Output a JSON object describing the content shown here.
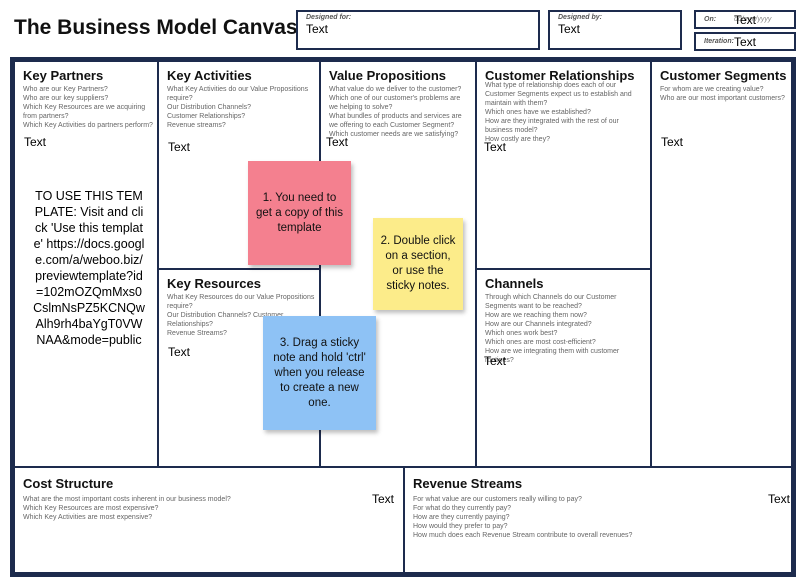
{
  "header": {
    "title": "The Business Model Canvas",
    "designed_for_label": "Designed for:",
    "designed_for_value": "Text",
    "designed_by_label": "Designed by:",
    "designed_by_value": "Text",
    "on_label": "On:",
    "on_placeholder": "dd/mm/yyyy",
    "on_value": "Text",
    "iteration_label": "Iteration:",
    "iteration_value": "Text"
  },
  "sections": {
    "key_partners": {
      "title": "Key Partners",
      "questions": [
        "Who are our Key Partners?",
        "Who are our key suppliers?",
        "Which Key Resources are we acquiring from partners?",
        "Which Key Activities do partners perform?"
      ],
      "text": "Text",
      "instructions": "TO USE THIS TEMPLATE: Visit and click 'Use this template' https://docs.google.com/a/weboo.biz/previewtemplate?id=102mOZQmMxs0CslmNsPZ5KCNQwAlh9rh4baYgT0VWNAA&mode=public"
    },
    "key_activities": {
      "title": "Key Activities",
      "questions": [
        "What Key Activities do our Value Propositions require?",
        "Our Distribution Channels?",
        "Customer Relationships?",
        "Revenue streams?"
      ],
      "text": "Text"
    },
    "key_resources": {
      "title": "Key Resources",
      "questions": [
        "What Key Resources do our Value Propositions require?",
        "Our Distribution Channels? Customer Relationships?",
        "Revenue Streams?"
      ],
      "text": "Text"
    },
    "value_propositions": {
      "title": "Value Propositions",
      "questions": [
        "What value do we deliver to the customer?",
        "Which one of our customer's problems are we helping to solve?",
        "What bundles of products and services are we offering to each Customer Segment?",
        "Which customer needs are we satisfying?"
      ],
      "text": "Text"
    },
    "customer_relationships": {
      "title": "Customer Relationships",
      "questions": [
        "What type of relationship does each of our Customer Segments expect us to establish and maintain with them?",
        "Which ones have we established?",
        "How are they integrated with the rest of our business model?",
        "How costly are they?"
      ],
      "text": "Text"
    },
    "channels": {
      "title": "Channels",
      "questions": [
        "Through which Channels do our Customer Segments want to be reached?",
        "How are we reaching them now?",
        "How are our Channels integrated?",
        "Which ones work best?",
        "Which ones are most cost-efficient?",
        "How are we integrating them with customer routines?"
      ],
      "text": "Text"
    },
    "customer_segments": {
      "title": "Customer Segments",
      "questions": [
        "For whom are we creating value?",
        "Who are our most important customers?"
      ],
      "text": "Text"
    },
    "cost_structure": {
      "title": "Cost Structure",
      "questions": [
        "What are the most important costs inherent in our business model?",
        "Which Key Resources are most expensive?",
        "Which Key Activities are most expensive?"
      ],
      "text": "Text"
    },
    "revenue_streams": {
      "title": "Revenue Streams",
      "questions": [
        "For what value are our customers really willing to pay?",
        "For what do they currently pay?",
        "How are they currently paying?",
        "How would they prefer to pay?",
        "How much does each Revenue Stream contribute to overall revenues?"
      ],
      "text": "Text"
    }
  },
  "stickies": [
    {
      "text": "1. You need to get a copy of this template",
      "color": "#f4808f"
    },
    {
      "text": "2. Double click on a section, or use the sticky notes.",
      "color": "#fcec8a"
    },
    {
      "text": "3. Drag a sticky note and hold 'ctrl' when you release to create a new one.",
      "color": "#8ec2f5"
    }
  ],
  "colors": {
    "border": "#1d2b4d"
  }
}
